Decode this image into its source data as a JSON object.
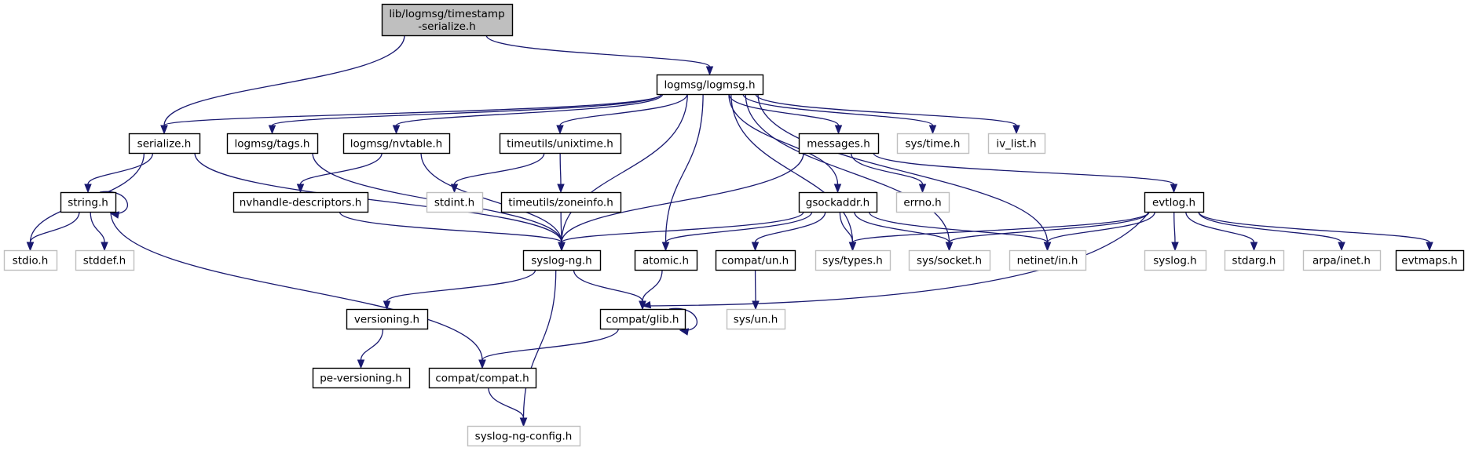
{
  "title": "lib/logmsg/timestamp-serialize.h include dependency graph",
  "colors": {
    "edge": "#191970",
    "root_fill": "#bfbfbf",
    "local_border": "#000000",
    "system_border": "#bfbfbf"
  },
  "nodes": [
    {
      "id": "root",
      "label_lines": [
        "lib/logmsg/timestamp",
        "-serialize.h"
      ],
      "kind": "root"
    },
    {
      "id": "logmsg",
      "label_lines": [
        "logmsg/logmsg.h"
      ],
      "kind": "local"
    },
    {
      "id": "serialize",
      "label_lines": [
        "serialize.h"
      ],
      "kind": "local"
    },
    {
      "id": "tags",
      "label_lines": [
        "logmsg/tags.h"
      ],
      "kind": "local"
    },
    {
      "id": "nvtable",
      "label_lines": [
        "logmsg/nvtable.h"
      ],
      "kind": "local"
    },
    {
      "id": "unixtime",
      "label_lines": [
        "timeutils/unixtime.h"
      ],
      "kind": "local"
    },
    {
      "id": "messages",
      "label_lines": [
        "messages.h"
      ],
      "kind": "local"
    },
    {
      "id": "systime",
      "label_lines": [
        "sys/time.h"
      ],
      "kind": "system"
    },
    {
      "id": "ivlist",
      "label_lines": [
        "iv_list.h"
      ],
      "kind": "system"
    },
    {
      "id": "string",
      "label_lines": [
        "string.h"
      ],
      "kind": "local"
    },
    {
      "id": "nvhandle",
      "label_lines": [
        "nvhandle-descriptors.h"
      ],
      "kind": "local"
    },
    {
      "id": "stdint",
      "label_lines": [
        "stdint.h"
      ],
      "kind": "system"
    },
    {
      "id": "zoneinfo",
      "label_lines": [
        "timeutils/zoneinfo.h"
      ],
      "kind": "local"
    },
    {
      "id": "gsockaddr",
      "label_lines": [
        "gsockaddr.h"
      ],
      "kind": "local"
    },
    {
      "id": "errno",
      "label_lines": [
        "errno.h"
      ],
      "kind": "system"
    },
    {
      "id": "evtlog",
      "label_lines": [
        "evtlog.h"
      ],
      "kind": "local"
    },
    {
      "id": "stdio",
      "label_lines": [
        "stdio.h"
      ],
      "kind": "system"
    },
    {
      "id": "stddef",
      "label_lines": [
        "stddef.h"
      ],
      "kind": "system"
    },
    {
      "id": "syslogng",
      "label_lines": [
        "syslog-ng.h"
      ],
      "kind": "local"
    },
    {
      "id": "atomic",
      "label_lines": [
        "atomic.h"
      ],
      "kind": "local"
    },
    {
      "id": "compatun",
      "label_lines": [
        "compat/un.h"
      ],
      "kind": "local"
    },
    {
      "id": "systypes",
      "label_lines": [
        "sys/types.h"
      ],
      "kind": "system"
    },
    {
      "id": "syssocket",
      "label_lines": [
        "sys/socket.h"
      ],
      "kind": "system"
    },
    {
      "id": "netinet",
      "label_lines": [
        "netinet/in.h"
      ],
      "kind": "system"
    },
    {
      "id": "syslog",
      "label_lines": [
        "syslog.h"
      ],
      "kind": "system"
    },
    {
      "id": "stdarg",
      "label_lines": [
        "stdarg.h"
      ],
      "kind": "system"
    },
    {
      "id": "arpainet",
      "label_lines": [
        "arpa/inet.h"
      ],
      "kind": "system"
    },
    {
      "id": "evtmaps",
      "label_lines": [
        "evtmaps.h"
      ],
      "kind": "local"
    },
    {
      "id": "versioning",
      "label_lines": [
        "versioning.h"
      ],
      "kind": "local"
    },
    {
      "id": "glib",
      "label_lines": [
        "compat/glib.h"
      ],
      "kind": "local"
    },
    {
      "id": "sysun",
      "label_lines": [
        "sys/un.h"
      ],
      "kind": "system"
    },
    {
      "id": "peversioning",
      "label_lines": [
        "pe-versioning.h"
      ],
      "kind": "local"
    },
    {
      "id": "compat",
      "label_lines": [
        "compat/compat.h"
      ],
      "kind": "local"
    },
    {
      "id": "config",
      "label_lines": [
        "syslog-ng-config.h"
      ],
      "kind": "system"
    }
  ],
  "edges": [
    [
      "root",
      "serialize"
    ],
    [
      "root",
      "logmsg"
    ],
    [
      "logmsg",
      "serialize"
    ],
    [
      "logmsg",
      "tags"
    ],
    [
      "logmsg",
      "nvtable"
    ],
    [
      "logmsg",
      "unixtime"
    ],
    [
      "logmsg",
      "messages"
    ],
    [
      "logmsg",
      "systime"
    ],
    [
      "logmsg",
      "ivlist"
    ],
    [
      "logmsg",
      "syslogng"
    ],
    [
      "logmsg",
      "atomic"
    ],
    [
      "logmsg",
      "systypes"
    ],
    [
      "logmsg",
      "gsockaddr"
    ],
    [
      "logmsg",
      "syssocket"
    ],
    [
      "logmsg",
      "netinet"
    ],
    [
      "serialize",
      "stdio"
    ],
    [
      "serialize",
      "string"
    ],
    [
      "serialize",
      "syslogng"
    ],
    [
      "string",
      "string"
    ],
    [
      "string",
      "stdio"
    ],
    [
      "string",
      "stddef"
    ],
    [
      "string",
      "compat"
    ],
    [
      "tags",
      "syslogng"
    ],
    [
      "nvtable",
      "nvhandle"
    ],
    [
      "nvtable",
      "syslogng"
    ],
    [
      "nvhandle",
      "syslogng"
    ],
    [
      "unixtime",
      "stdint"
    ],
    [
      "unixtime",
      "zoneinfo"
    ],
    [
      "zoneinfo",
      "syslogng"
    ],
    [
      "messages",
      "syslogng"
    ],
    [
      "messages",
      "errno"
    ],
    [
      "messages",
      "evtlog"
    ],
    [
      "gsockaddr",
      "syslogng"
    ],
    [
      "gsockaddr",
      "atomic"
    ],
    [
      "gsockaddr",
      "compatun"
    ],
    [
      "gsockaddr",
      "systypes"
    ],
    [
      "gsockaddr",
      "syssocket"
    ],
    [
      "gsockaddr",
      "netinet"
    ],
    [
      "evtlog",
      "systypes"
    ],
    [
      "evtlog",
      "syssocket"
    ],
    [
      "evtlog",
      "netinet"
    ],
    [
      "evtlog",
      "glib"
    ],
    [
      "evtlog",
      "syslog"
    ],
    [
      "evtlog",
      "stdarg"
    ],
    [
      "evtlog",
      "arpainet"
    ],
    [
      "evtlog",
      "evtmaps"
    ],
    [
      "syslogng",
      "versioning"
    ],
    [
      "syslogng",
      "glib"
    ],
    [
      "syslogng",
      "config"
    ],
    [
      "atomic",
      "glib"
    ],
    [
      "compatun",
      "sysun"
    ],
    [
      "versioning",
      "peversioning"
    ],
    [
      "glib",
      "glib"
    ],
    [
      "glib",
      "compat"
    ],
    [
      "compat",
      "config"
    ]
  ]
}
